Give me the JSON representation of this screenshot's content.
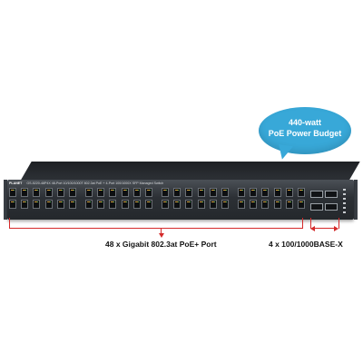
{
  "bubble": {
    "line1": "440-watt",
    "line2": "PoE Power Budget"
  },
  "device": {
    "brand": "PLANET",
    "model": "GS-5220-48P4X",
    "description": "48-Port 10/100/1000T 802.3at PoE + 4-Port 100/1000X SFP Managed Switch",
    "rj45_port_count": 48,
    "sfp_port_count": 4
  },
  "callouts": {
    "poe_ports": "48 x Gigabit 802.3at PoE+ Port",
    "sfp_ports": "4 x 100/1000BASE-X"
  },
  "colors": {
    "bubble": "#38a8d8",
    "bracket": "#d42a2a",
    "chassis": "#2c3035"
  }
}
